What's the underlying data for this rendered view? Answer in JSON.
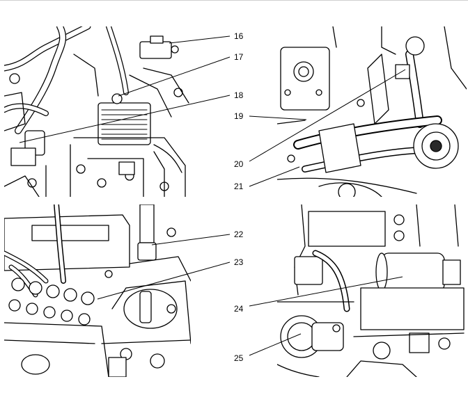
{
  "figure": {
    "callouts": [
      {
        "id": "16",
        "label": "16"
      },
      {
        "id": "17",
        "label": "17"
      },
      {
        "id": "18",
        "label": "18"
      },
      {
        "id": "19",
        "label": "19"
      },
      {
        "id": "20",
        "label": "20"
      },
      {
        "id": "21",
        "label": "21"
      },
      {
        "id": "22",
        "label": "22"
      },
      {
        "id": "23",
        "label": "23"
      },
      {
        "id": "24",
        "label": "24"
      },
      {
        "id": "25",
        "label": "25"
      }
    ]
  },
  "colors": {
    "line": "#000000",
    "fill": "#ffffff",
    "shade": "#d9d9d9",
    "dark": "#2a2a2a"
  }
}
